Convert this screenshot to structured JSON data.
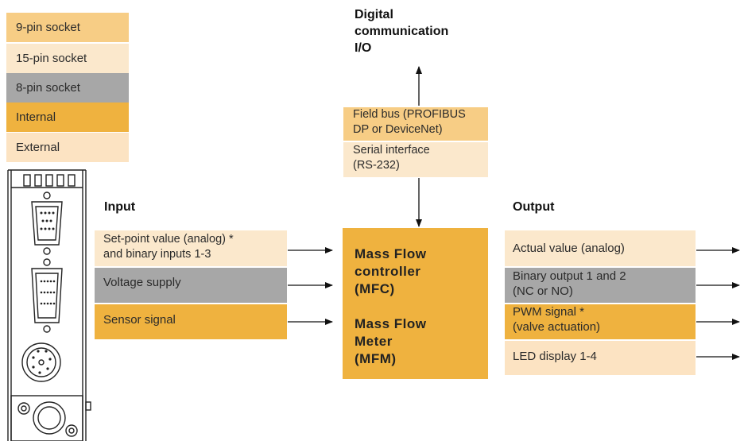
{
  "legend": {
    "nine_pin": "9-pin socket",
    "fifteen_pin": "15-pin socket",
    "eight_pin": "8-pin socket",
    "internal": "Internal",
    "external": "External"
  },
  "digital": {
    "line1": "Digital",
    "line2": "communication",
    "line3": "I/O",
    "fieldbus_line1": "Field bus (PROFIBUS",
    "fieldbus_line2": "DP or DeviceNet)",
    "serial_line1": "Serial interface",
    "serial_line2": "(RS-232)"
  },
  "input": {
    "heading": "Input",
    "setpoint_line1": "Set-point value (analog) *",
    "setpoint_line2": "and binary inputs 1-3",
    "voltage": "Voltage supply",
    "sensor": "Sensor signal"
  },
  "core": {
    "mfc_line1": "Mass Flow",
    "mfc_line2": "controller",
    "mfc_line3": "(MFC)",
    "mfm_line1": "Mass Flow",
    "mfm_line2": "Meter",
    "mfm_line3": "(MFM)"
  },
  "output": {
    "heading": "Output",
    "actual": "Actual value (analog)",
    "binary_line1": "Binary output 1 and 2",
    "binary_line2": "(NC or NO)",
    "pwm_line1": "PWM signal *",
    "pwm_line2": "(valve actuation)",
    "led": "LED display 1-4"
  },
  "colors": {
    "nine_pin": "#f7cd85",
    "fifteen_pin": "#fbe8cc",
    "eight_pin": "#a7a7a7",
    "internal": "#efb23f",
    "external": "#fce3c2"
  }
}
